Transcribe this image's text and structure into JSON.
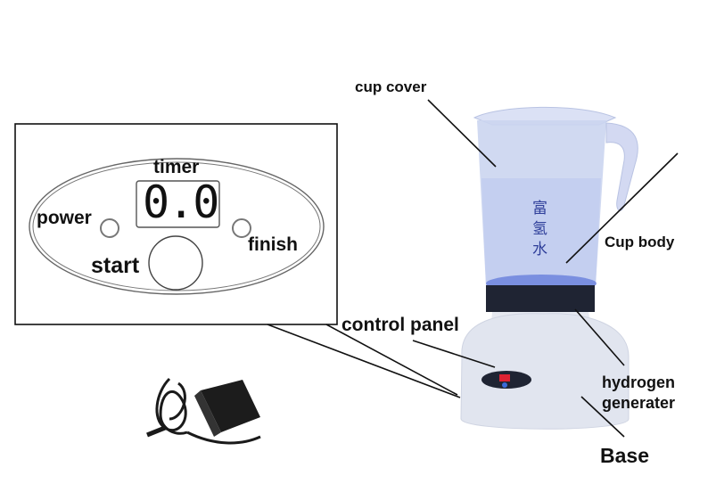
{
  "labels": {
    "cup_cover": "cup cover",
    "cup_body": "Cup body",
    "control_panel": "control panel",
    "hydrogen_generater_1": "hydrogen",
    "hydrogen_generater_2": "generater",
    "base": "Base"
  },
  "panel": {
    "timer": "timer",
    "display": "0.0",
    "power": "power",
    "start": "start",
    "finish": "finish"
  },
  "cup_text": [
    "富",
    "氢",
    "水"
  ],
  "colors": {
    "line": "#111111",
    "cup": "#c9d3ef",
    "base": "#dfe3ee",
    "ring": "#1d2230"
  }
}
